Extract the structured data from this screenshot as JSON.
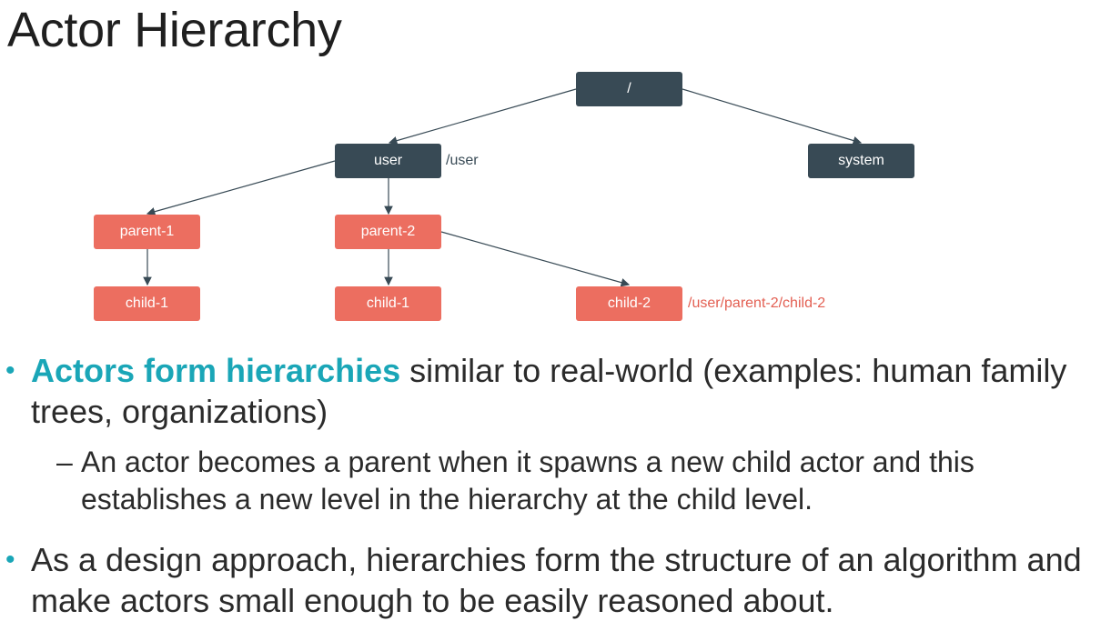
{
  "title": "Actor Hierarchy",
  "diagram": {
    "nodes": {
      "root": "/",
      "user": "user",
      "system": "system",
      "parent1": "parent-1",
      "parent2": "parent-2",
      "child1a": "child-1",
      "child1b": "child-1",
      "child2": "child-2"
    },
    "path_labels": {
      "user": "/user",
      "child2": "/user/parent-2/child-2"
    },
    "colors": {
      "system_node": "#384a55",
      "user_node": "#ec6e60",
      "accent": "#1aa6b7"
    }
  },
  "bullets": {
    "b1_highlight": "Actors form hierarchies",
    "b1_rest": " similar to real-world (examples: human family trees, organizations)",
    "sub_dash": "–",
    "sub_text": "An actor becomes a parent when it spawns a new child actor and this establishes a new level in the hierarchy at the child level.",
    "b2_text": "As a design approach, hierarchies form the structure of an algorithm and make actors small enough to be easily reasoned about.",
    "bullet_char": "•"
  }
}
